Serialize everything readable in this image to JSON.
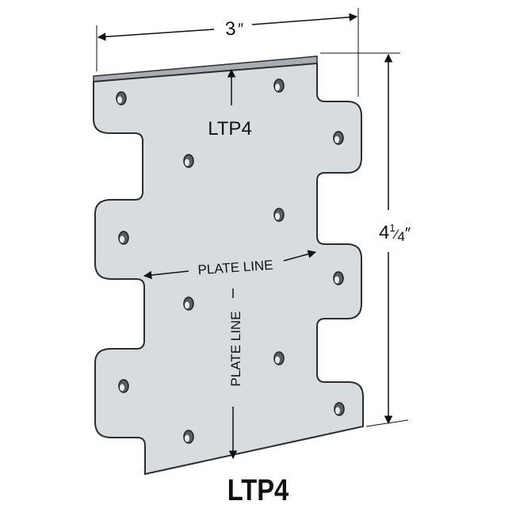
{
  "dimensions": {
    "width_label": "3",
    "width_unit": "″",
    "height_whole": "4",
    "height_num": "1",
    "height_den": "4",
    "height_unit": "″"
  },
  "plate": {
    "model_label": "LTP4",
    "plate_line_horizontal": "PLATE LINE",
    "plate_line_vertical": "PLATE LINE",
    "fill_color": "#d9dcdf",
    "edge_color": "#4a4d52"
  },
  "caption": {
    "title": "LTP4"
  }
}
